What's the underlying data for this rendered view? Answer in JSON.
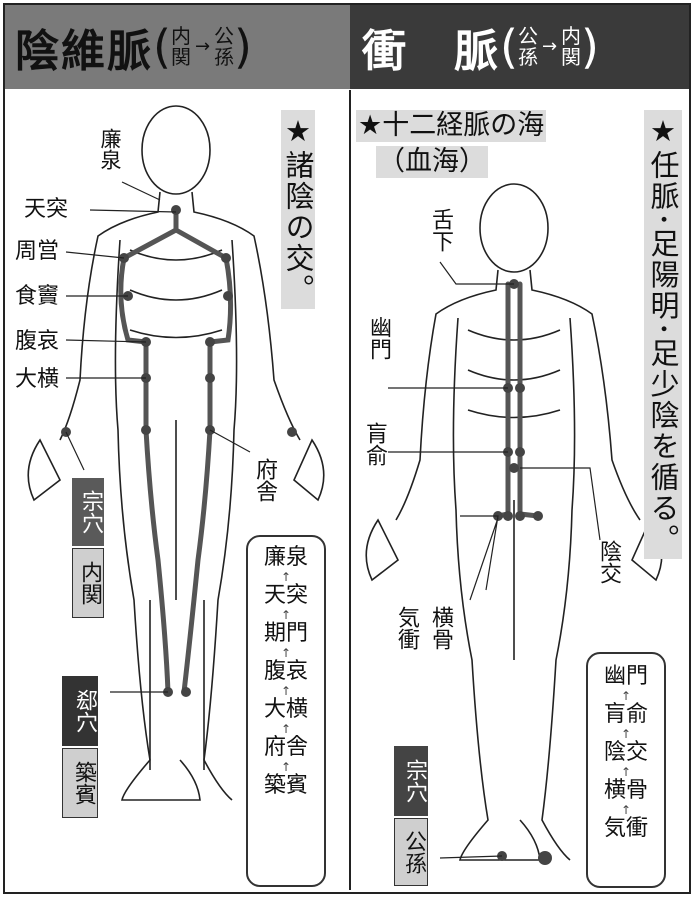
{
  "left": {
    "title": "陰維脈",
    "route_from": "内関",
    "route_to": "公孫",
    "note": "★諸陰の交。",
    "labels": [
      "廉泉",
      "天突",
      "周営",
      "食竇",
      "腹哀",
      "大横",
      "府舎"
    ],
    "source_tag": "宗穴",
    "source_point": "内関",
    "target_tag": "郄穴",
    "target_point": "築賓",
    "sequence": [
      "廉泉",
      "天突",
      "期門",
      "腹哀",
      "大横",
      "府舎",
      "築賓"
    ]
  },
  "right": {
    "title": "衝　脈",
    "route_from": "公孫",
    "route_to": "内関",
    "note1": "★十二経脈の海",
    "note2": "（血海）",
    "note3": "★任脈･足陽明･足少陰を循る。",
    "labels": [
      "舌下",
      "幽門",
      "肓俞",
      "陰交",
      "横骨",
      "気衝"
    ],
    "source_tag": "宗穴",
    "source_point": "公孫",
    "sequence": [
      "幽門",
      "肓俞",
      "陰交",
      "横骨",
      "気衝"
    ]
  },
  "colors": {
    "left_header": "#7a7a7a",
    "right_header": "#3a3a3a",
    "meridian": "#555555"
  }
}
